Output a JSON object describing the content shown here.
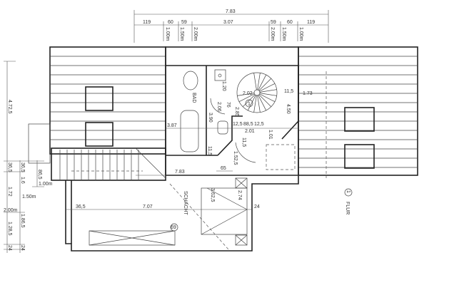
{
  "drawing": {
    "top_dims": {
      "overall": "7.83",
      "segments": [
        "119",
        "60",
        "59",
        "3.07",
        "59",
        "60",
        "119"
      ],
      "heights": [
        "1.00m",
        "1.50m",
        "2.00m",
        "2.00m",
        "1.50m",
        "1.00m"
      ]
    },
    "left_dims": {
      "top": "4.72,5",
      "a": "36,5",
      "b": "1.72",
      "c": "1.28,5",
      "d": "24",
      "e": "36,5",
      "f": "1.6",
      "g": "1.86,5",
      "h": "24",
      "i": "86,5",
      "h1": "1.00m",
      "h2": "1.50m",
      "h3": "2.00m"
    },
    "rooms": {
      "bath": "BAD",
      "hall": "FLUR",
      "hall_number": "1",
      "stair_number": "1",
      "shaft": "SCHACHT",
      "item_number": "69"
    },
    "inner_dims": {
      "width_387": "3.87",
      "h_390": "3.90",
      "d_120": "1.20",
      "d_202": "2.02",
      "d_206": "2.06",
      "d_76": "76",
      "d_285": "2.85",
      "d_125a": "12,5",
      "d_885": "88,5",
      "d_125b": "12,5",
      "d_201": "2.01",
      "d_101": "1.01",
      "d_115": "11,5",
      "d_115b": "11,5",
      "d_115c": "11,5",
      "d_1525": "1.52,5",
      "d_65": "65",
      "d_450": "4.50",
      "d_173": "1.73",
      "d_783": "7.83",
      "d_707": "7.07",
      "d_365": "36,5",
      "d_3625": "3.62,5",
      "d_274": "2.74",
      "d_24": "24"
    }
  }
}
